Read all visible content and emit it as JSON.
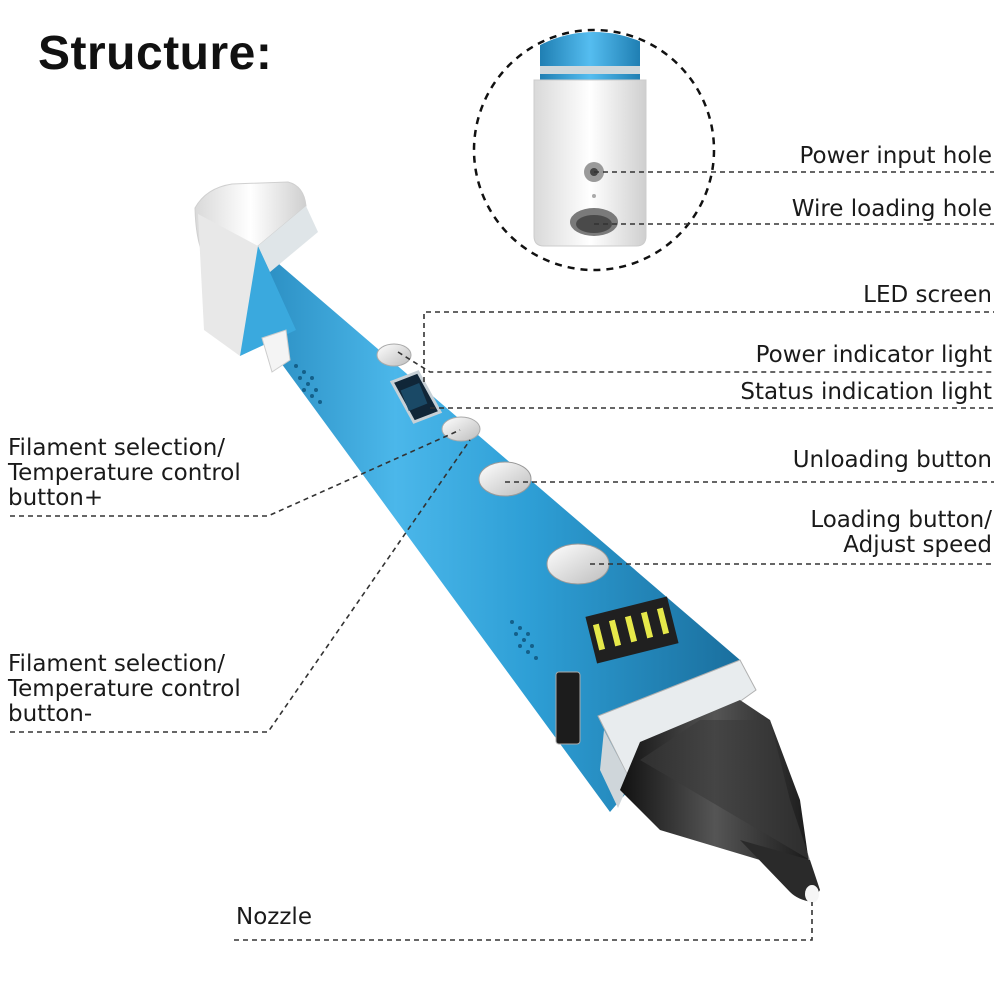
{
  "title": "Structure:",
  "labels": {
    "power_input_hole": "Power input hole",
    "wire_loading_hole": "Wire  loading hole",
    "led_screen": "LED screen",
    "power_indicator_light": "Power indicator light",
    "status_indication_light": "Status indication light",
    "unloading_button": "Unloading button",
    "loading_button_line1": "Loading button/",
    "loading_button_line2": "Adjust speed",
    "filament_plus_line1": "Filament selection/",
    "filament_plus_line2": "Temperature control",
    "filament_plus_line3": "button+",
    "filament_minus_line1": "Filament selection/",
    "filament_minus_line2": "Temperature control",
    "filament_minus_line3": "button-",
    "nozzle": "Nozzle"
  },
  "colors": {
    "pen_body": "#2e9fd6",
    "pen_body_dark": "#1f7fb3",
    "cap_white": "#f2f2f2",
    "nozzle_black": "#2a2a2a",
    "leader_line": "#333333"
  }
}
